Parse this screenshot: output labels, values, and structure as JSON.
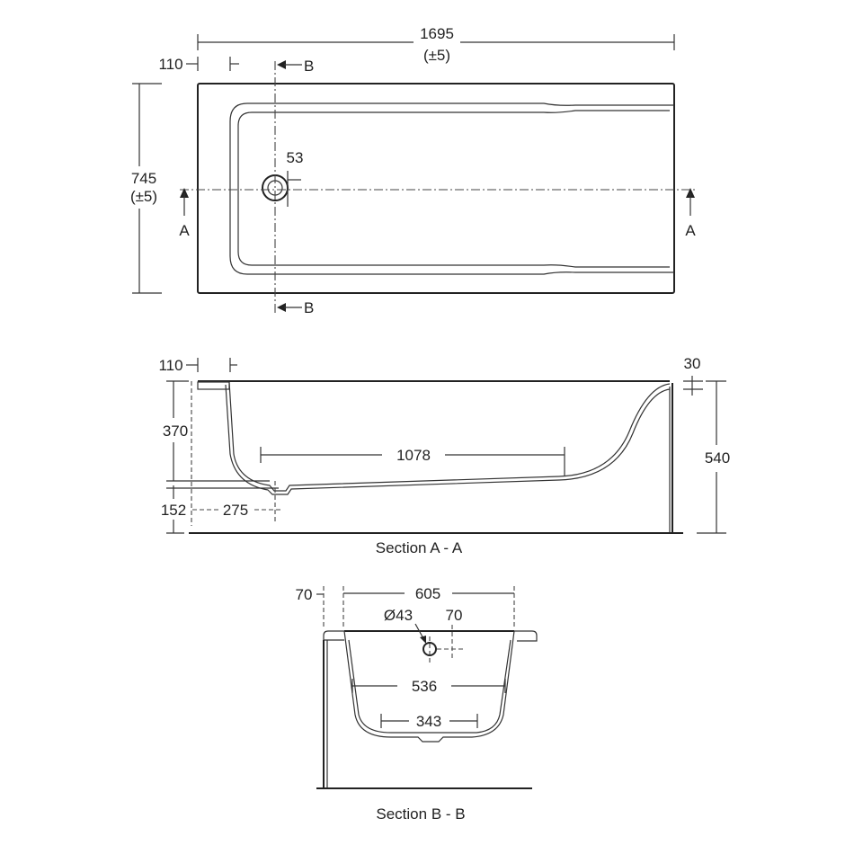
{
  "plan": {
    "length": "1695",
    "length_tol": "(±5)",
    "width": "745",
    "width_tol": "(±5)",
    "offset": "110",
    "waste": "53",
    "section_a": "A",
    "section_b": "B"
  },
  "section_aa": {
    "title": "Section A - A",
    "offset": "110",
    "rim": "30",
    "depth": "370",
    "base": "152",
    "waste_pos": "275",
    "floor_len": "1078",
    "height": "540"
  },
  "section_bb": {
    "title": "Section B - B",
    "offset": "70",
    "width": "605",
    "waste_dia": "Ø43",
    "waste_offset": "70",
    "mid_width": "536",
    "floor_width": "343"
  }
}
